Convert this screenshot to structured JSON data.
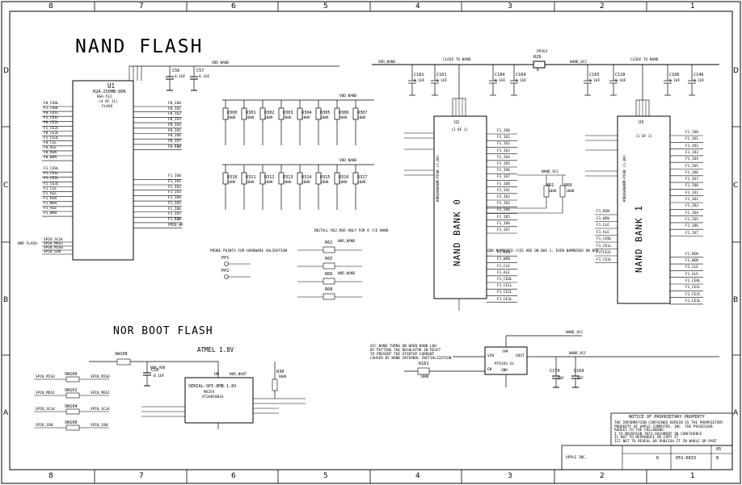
{
  "frame": {
    "col_labels": [
      "8",
      "7",
      "6",
      "5",
      "4",
      "3",
      "2",
      "1"
    ],
    "row_labels": [
      "D",
      "C",
      "B",
      "A"
    ]
  },
  "titles": {
    "nand_flash": "NAND FLASH",
    "nor_boot_flash": "NOR BOOT FLASH",
    "atmel": "ATMEL 1.8V"
  },
  "u1": {
    "ref": "U1",
    "part": "H2A-256MB-DDR",
    "sub1": "BGA-512",
    "sub2": "(4 OF 11)",
    "sub3": "FLASH",
    "side_label": "NOR FLASH",
    "left_pins": [
      "F0_CE0L",
      "F1_CE0L",
      "F0_CE1L",
      "F1_CE1L",
      "F0_CE2L",
      "F1_CE2L",
      "F0_CE3L",
      "F1_CE3L",
      "F0_CLE",
      "F0_ALE",
      "F0_REN",
      "F0_WEN",
      "F1_CE0L",
      "F1_CE1L",
      "F1_CE2L",
      "F1_CE3L",
      "F1_CLE",
      "F1_ALE",
      "F1_REN",
      "F1_WEN",
      "F1_ALE",
      "F1_WEN"
    ],
    "right_pins": [
      "F0_IO0",
      "F0_IO1",
      "F0_IO2",
      "F0_IO3",
      "F0_IO4",
      "F0_IO5",
      "F0_IO6",
      "F0_IO7",
      "F0_RBN",
      "F1_IO0",
      "F1_IO1",
      "F1_IO2",
      "F1_IO3",
      "F1_IO4",
      "F1_IO5",
      "F1_IO6",
      "F1_IO7",
      "F1_RBN",
      "FMI0_WP"
    ],
    "spi_pins": [
      "SPI0_SCLK",
      "SPI0_MOSI",
      "SPI0_MISO",
      "SPI0_SSN"
    ]
  },
  "caps_top_left": [
    {
      "ref": "C56",
      "val": "0.1UF"
    },
    {
      "ref": "C57",
      "val": "0.1UF"
    }
  ],
  "resistor_row1": [
    "R300",
    "R301",
    "R302",
    "R303",
    "R304",
    "R305",
    "R306",
    "R307"
  ],
  "resistor_row2": [
    "R310",
    "R311",
    "R312",
    "R313",
    "R314",
    "R315",
    "R316",
    "R317"
  ],
  "resistor_value": "100K",
  "nets": {
    "vdd_nand": "VDD_NAND",
    "close_to_nand": "CLOSE TO NAND",
    "pp3v3": "PP3V3",
    "nand_vcc": "NAND_VCC",
    "nor_nand": "NOR_NAND",
    "vdd_nor": "NOR_VDD",
    "nor_boot": "NOR_BOOT"
  },
  "top_caps": [
    {
      "ref": "C181",
      "val": "0.1UF"
    },
    {
      "ref": "C161",
      "val": "0.1UF"
    },
    {
      "ref": "C184",
      "val": "0.1UF"
    },
    {
      "ref": "C164",
      "val": "0.1UF"
    },
    {
      "ref": "C165",
      "val": "0.1UF"
    },
    {
      "ref": "C110",
      "val": "0.1UF"
    },
    {
      "ref": "C166",
      "val": "0.1UF"
    },
    {
      "ref": "C146",
      "val": "0.1UF"
    }
  ],
  "r29": {
    "ref": "R29",
    "val": "0"
  },
  "u2": {
    "ref": "U2",
    "sub": "(2 OF 1)",
    "bank": "NAND BANK 0",
    "part_vert": "K9K8G08U0M-PCB0 (1.8V)"
  },
  "u3": {
    "ref": "U3",
    "sub": "(1 OF 1)",
    "bank": "NAND BANK 1",
    "part_vert": "K9K8G08U0M-PCB0 (1.8V)"
  },
  "nand_pins": [
    "F1_IO0",
    "F1_IO1",
    "F1_IO2",
    "F1_IO3",
    "F1_IO4",
    "F1_IO5",
    "F1_IO6",
    "F1_IO7",
    "F1_IO0",
    "F1_IO1",
    "F1_IO2",
    "F1_IO3",
    "F1_IO4",
    "F1_IO5",
    "F1_IO6",
    "F1_IO7"
  ],
  "nand_ctrl_pins": [
    "F1_REN",
    "F1_WEN",
    "F1_CLE",
    "F1_ALE",
    "F1_CE0L",
    "F1_CE1L",
    "F1_CE2L",
    "F1_CE3L"
  ],
  "notes": {
    "strap": "PROBE POINTS FOR HARDWARE VALIDATION",
    "install": "INSTALL R62,R66 ONLY FOR 8 /CE NAND",
    "odd_even": "ODD NUMBERED /CES ARE ON BUS 1, EVEN NUMBERED ON BUS 1.",
    "vcc_note1": "VCC_NAND TURNS ON WHEN NAND_LDO",
    "vcc_note2": "BY PUTTING THE REGULATOR IN RESET",
    "vcc_note3": "TO PREVENT THE STARTUP CURRENT",
    "vcc_note4": "CAUSED BY NAND INTERNAL INITIALIZATION"
  },
  "mid_resistors": [
    {
      "ref": "R62",
      "val": "0"
    },
    {
      "ref": "R65",
      "val": "0"
    },
    {
      "ref": "R66",
      "val": "0"
    },
    {
      "ref": "R68",
      "val": "0"
    }
  ],
  "pp": [
    {
      "ref": "PP1"
    },
    {
      "ref": "PP2"
    }
  ],
  "xr": [
    {
      "ref": "XR1",
      "val": "100K"
    },
    {
      "ref": "R69",
      "val": "100K"
    }
  ],
  "u4": {
    "ref": "U4",
    "part": "RT9193-33",
    "vin": "VIN",
    "vout": "VOUT",
    "en": "EN",
    "gnd": "GND"
  },
  "u4_caps": [
    {
      "ref": "C174",
      "val": "1UF"
    },
    {
      "ref": "C169",
      "val": "1UF"
    }
  ],
  "r161": {
    "ref": "R161",
    "val": "100K"
  },
  "nor_flash": {
    "ref": "U6",
    "part": "SERIAL-SPI-8MB-1.8V",
    "sub": "MX25V",
    "sub2": "AT26DF081A"
  },
  "xw": [
    "XW108",
    "XW100",
    "XW102",
    "XW104",
    "XW106"
  ],
  "c10": {
    "ref": "C10",
    "val": "0.1UF"
  },
  "r30": {
    "ref": "R30",
    "val": "100K"
  },
  "spi_nets": [
    "SPI0_MISO",
    "SPI0_MOSI",
    "SPI0_SCLK",
    "SPI0_SSN"
  ],
  "notice": {
    "title": "NOTICE OF PROPRIETARY PROPERTY",
    "lines": [
      "THE INFORMATION CONTAINED HEREIN IS THE PROPRIETARY",
      "PROPERTY OF APPLE COMPUTER, INC. THE POSSESSOR",
      "AGREES TO THE FOLLOWING:",
      "I TO MAINTAIN THIS DOCUMENT IN CONFIDENCE",
      "II NOT TO REPRODUCE OR COPY IT",
      "III NOT TO REVEAL OR PUBLISH IT IN WHOLE OR PART"
    ],
    "company": "APPLE INC.",
    "doc_number": "051-6833",
    "size": "D",
    "rev": "05",
    "sheet": "8"
  }
}
